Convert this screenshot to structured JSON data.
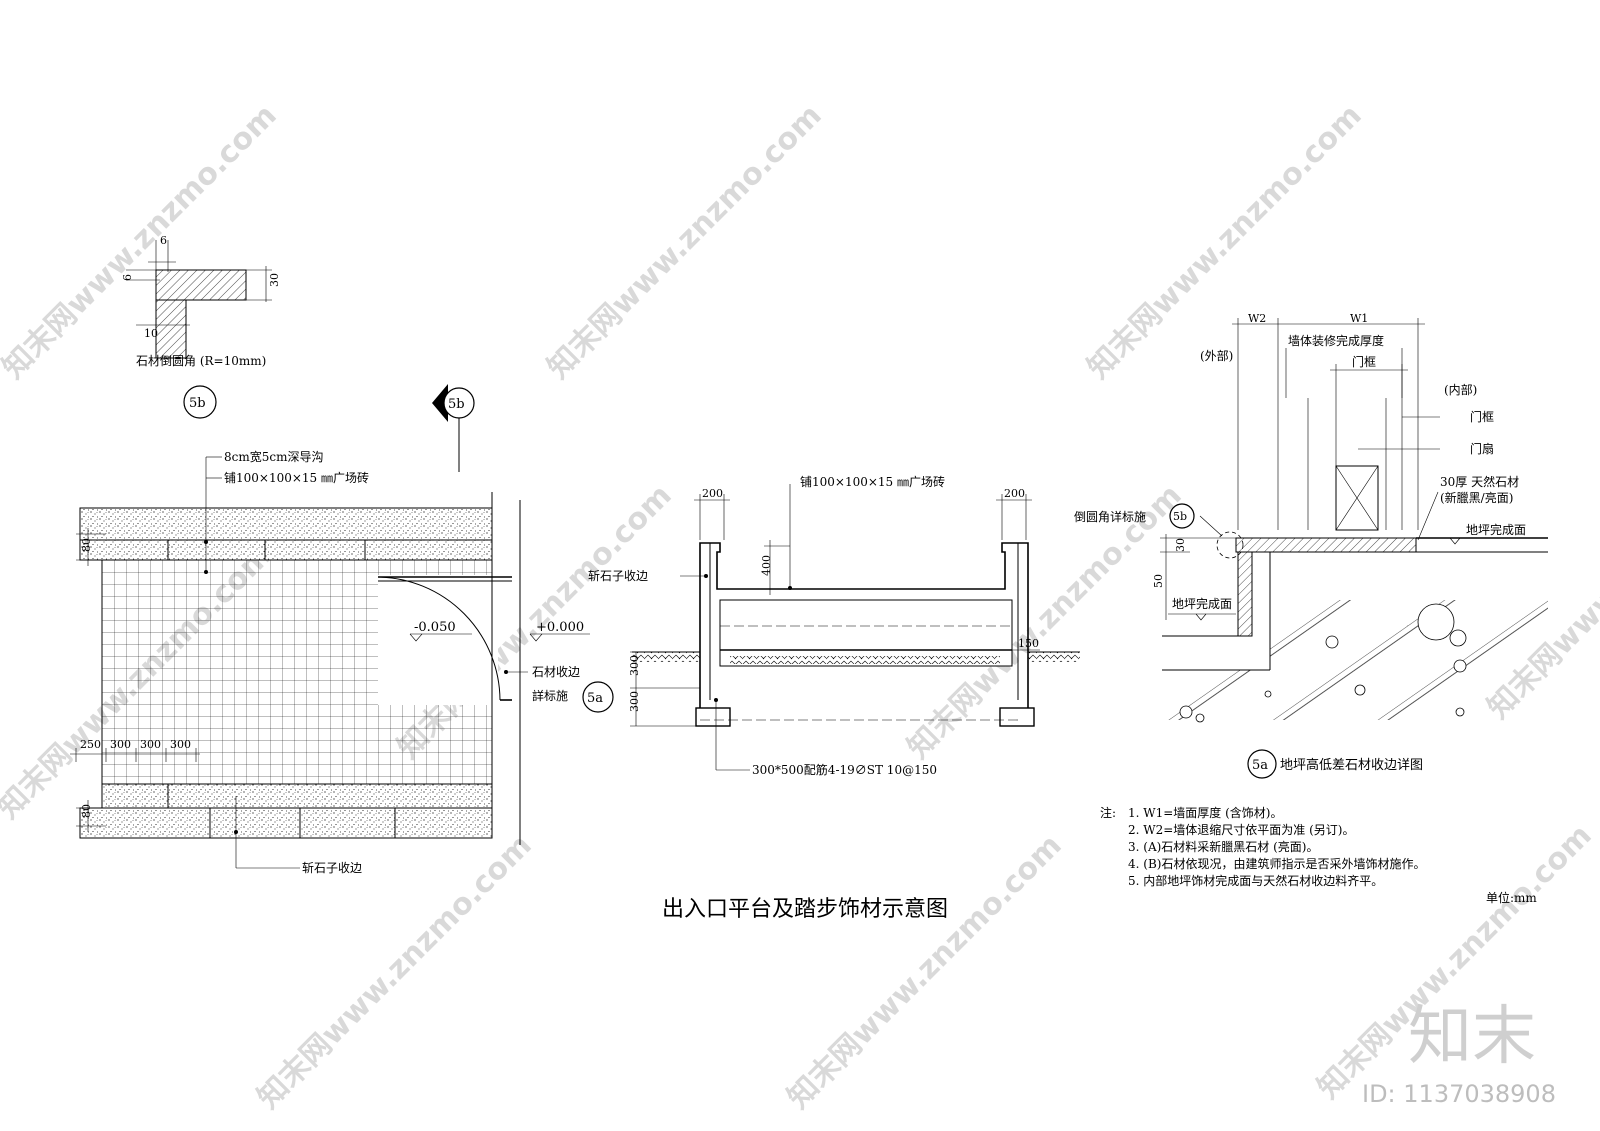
{
  "drawing": {
    "title": "出入口平台及踏步饰材示意图",
    "unit": "单位:mm"
  },
  "detail_5b": {
    "caption": "石材倒圆角 (R=10mm)",
    "bubble": "5b",
    "dims": [
      "6",
      "6",
      "30",
      "10"
    ]
  },
  "plan": {
    "section_marker": "5b",
    "labels": {
      "groove": "8cm宽5cm深导沟",
      "tile": "铺100×100×15 ㎜广场砖",
      "edge_bottom": "斩石子收边",
      "stone_edge": "石材收边",
      "detail_ref": "詳标施",
      "detail_bubble": "5a"
    },
    "levels": {
      "inner": "-0.050",
      "outer": "+0.000"
    },
    "dims": {
      "band_top": "80",
      "band_bottom": "80",
      "tile_spacing": [
        "250",
        "300",
        "300",
        "300"
      ]
    }
  },
  "section": {
    "labels": {
      "tile": "铺100×100×15 ㎜广场砖",
      "edge": "斩石子收边",
      "footing": "300*500配筋4-19∅ST 10@150"
    },
    "dims": {
      "left_w": "200",
      "right_w": "200",
      "step_h": "400",
      "side": "150",
      "h1": "300",
      "h2": "300"
    }
  },
  "detail_5a": {
    "dims": {
      "w2": "W2",
      "w1": "W1",
      "h1": "30",
      "h2": "50"
    },
    "labels": {
      "wall_finish": "墙体装修完成厚度",
      "door_frame_top": "门框",
      "outside": "(外部)",
      "inside": "(内部)",
      "door_frame": "门框",
      "door_leaf": "门扇",
      "stone": "30厚 天然石材",
      "stone_note": "(新臘黑/亮面)",
      "round_ref": "倒圆角详标施",
      "round_bubble": "5b",
      "floor_finish_inner": "地坪完成面",
      "floor_finish_outer": "地坪完成面"
    },
    "caption_bubble": "5a",
    "caption": "地坪高低差石材收边详图"
  },
  "notes": {
    "prefix": "注:",
    "items": [
      "1. W1=墙面厚度 (含饰材)。",
      "2. W2=墙体退缩尺寸依平面为准 (另订)。",
      "3. (A)石材料采新臘黑石材 (亮面)。",
      "4. (B)石材依现况，由建筑师指示是否采外墙饰材施作。",
      "5. 内部地坪饰材完成面与天然石材收边料齐平。"
    ]
  },
  "watermark": {
    "text": "知末网www.znzmo.com",
    "logo": "知末",
    "id": "ID: 1137038908"
  }
}
